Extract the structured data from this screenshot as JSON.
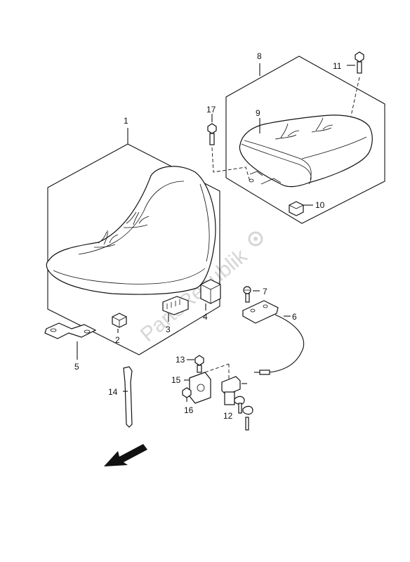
{
  "watermark": "PartsRepublik",
  "callouts": {
    "c1": "1",
    "c2": "2",
    "c3": "3",
    "c4": "4",
    "c5": "5",
    "c6": "6",
    "c7": "7",
    "c8": "8",
    "c9": "9",
    "c10": "10",
    "c11": "11",
    "c12": "12",
    "c13": "13",
    "c14": "14",
    "c15": "15",
    "c16": "16",
    "c17": "17"
  },
  "colors": {
    "line": "#111111",
    "watermark": "#d6d6d6",
    "background": "#ffffff"
  },
  "icons": {
    "direction": "front-arrow-icon",
    "watermark_gear": "gear-icon"
  }
}
